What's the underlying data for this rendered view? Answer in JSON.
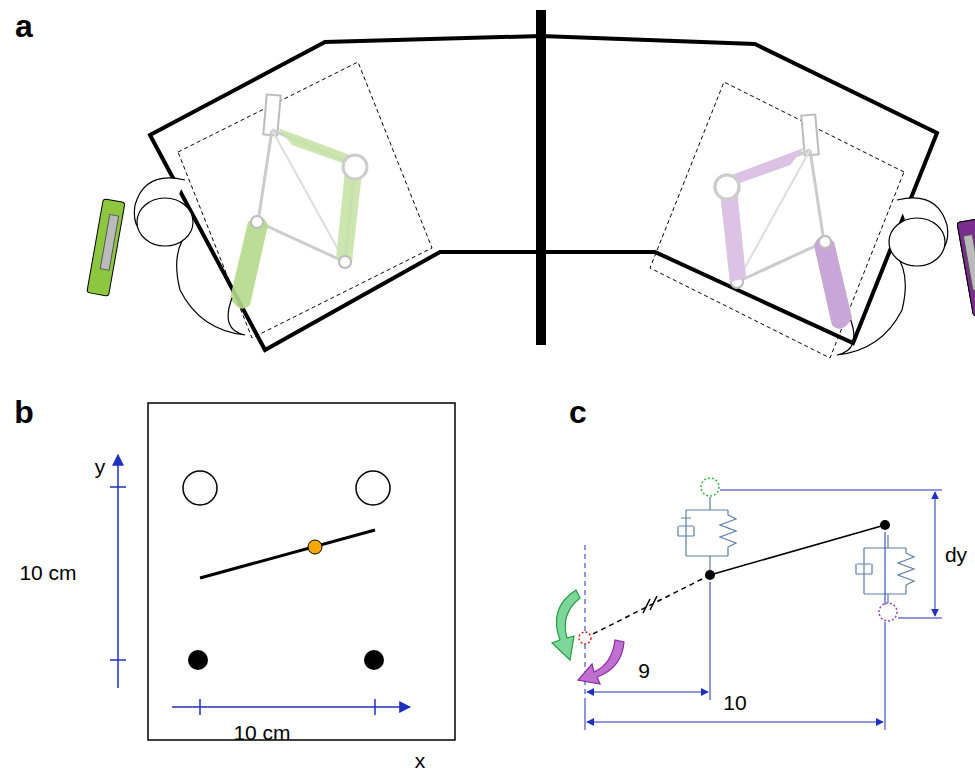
{
  "diagram": {
    "labels": [
      "a",
      "b",
      "c",
      "y",
      "10 cm",
      "10 cm",
      "x",
      "9",
      "10",
      "dy"
    ]
  }
}
